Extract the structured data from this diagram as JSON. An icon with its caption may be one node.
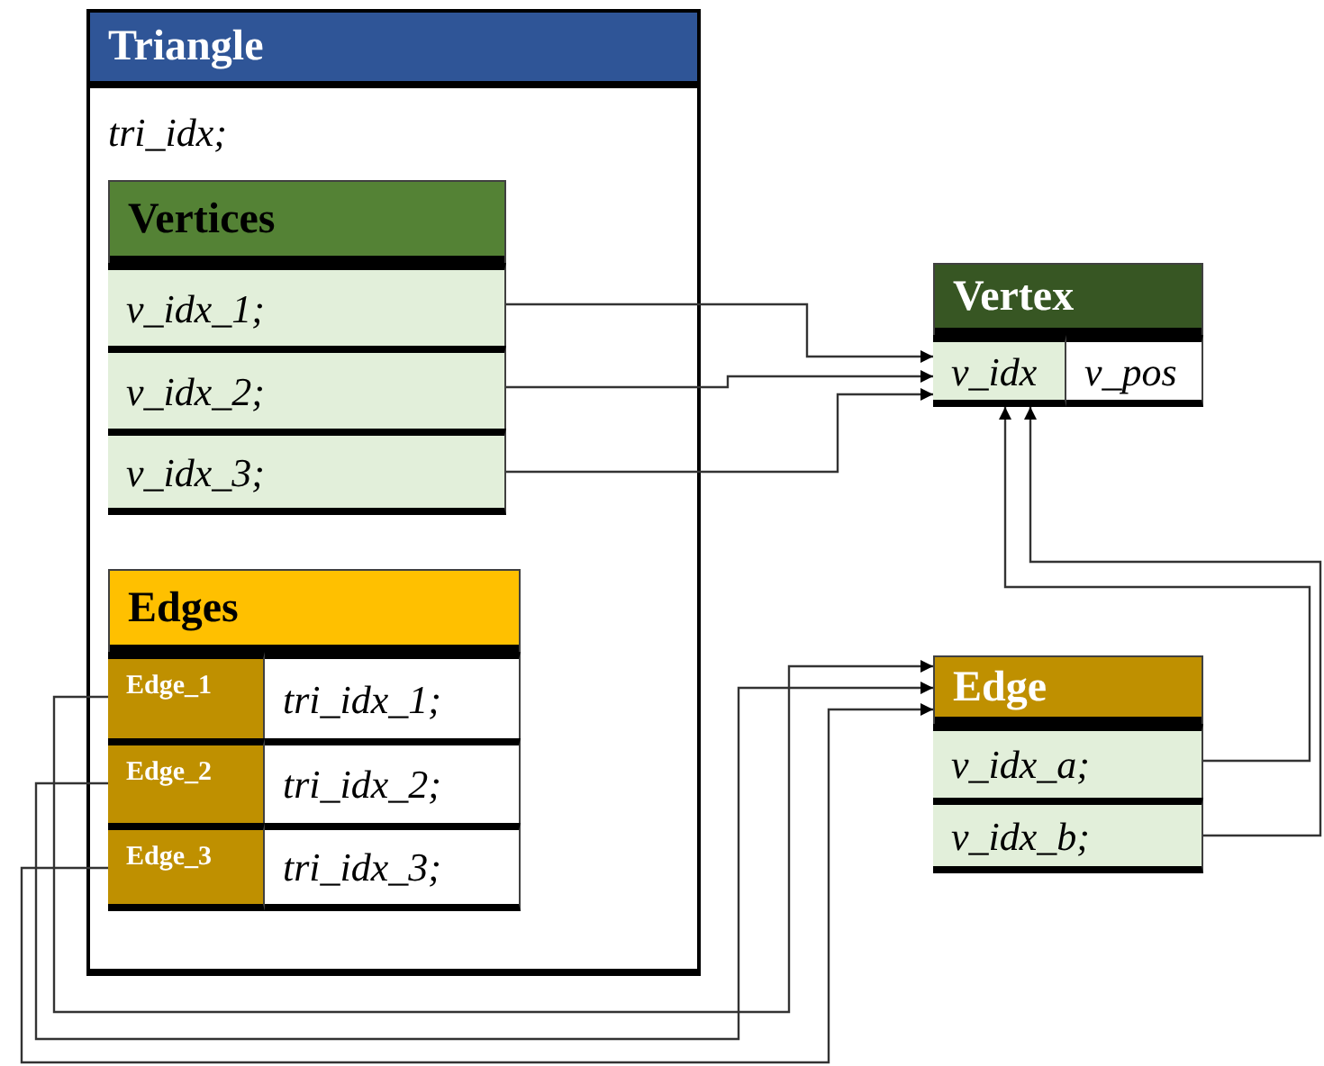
{
  "diagram": {
    "nodes": [
      {
        "text": [
          "Triangle",
          "tri_idx;"
        ]
      },
      {
        "text": [
          "Vertices"
        ],
        "in": 0
      },
      {
        "text": [
          "v_idx_1;"
        ],
        "in": 1
      },
      {
        "text": [
          "v_idx_2;"
        ],
        "in": 1
      },
      {
        "text": [
          "v_idx_3;"
        ],
        "in": 1
      },
      {
        "text": [
          "Edges"
        ],
        "in": 0
      },
      {
        "text": [
          "Edge_1"
        ],
        "in": 5
      },
      {
        "text": [
          "tri_idx_1;"
        ],
        "in": 5
      },
      {
        "text": [
          "Edge_2"
        ],
        "in": 5
      },
      {
        "text": [
          "tri_idx_2;"
        ],
        "in": 5
      },
      {
        "text": [
          "Edge_3"
        ],
        "in": 5
      },
      {
        "text": [
          "tri_idx_3;"
        ],
        "in": 5
      },
      {
        "text": [
          "Vertex"
        ]
      },
      {
        "text": [
          "v_idx"
        ],
        "in": 12
      },
      {
        "text": [
          "v_pos"
        ],
        "in": 12
      },
      {
        "text": [
          "Edge"
        ]
      },
      {
        "text": [
          "v_idx_a;"
        ],
        "in": 15
      },
      {
        "text": [
          "v_idx_b;"
        ],
        "in": 15
      }
    ],
    "edges": [
      {
        "from": 2,
        "to": 13,
        "arrow": "to"
      },
      {
        "from": 3,
        "to": 13,
        "arrow": "to"
      },
      {
        "from": 4,
        "to": 13,
        "arrow": "to"
      },
      {
        "from": 16,
        "to": 13,
        "arrow": "to"
      },
      {
        "from": 17,
        "to": 13,
        "arrow": "to"
      },
      {
        "from": 6,
        "to": 15,
        "arrow": "to"
      },
      {
        "from": 8,
        "to": 15,
        "arrow": "to"
      },
      {
        "from": 10,
        "to": 15,
        "arrow": "to"
      }
    ]
  }
}
